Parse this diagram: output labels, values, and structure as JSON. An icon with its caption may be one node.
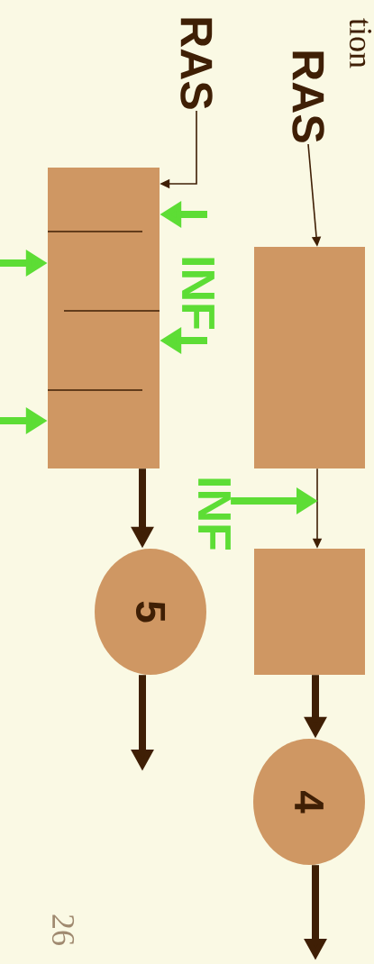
{
  "diagram": {
    "nodes": [
      {
        "text": [
          "RAS"
        ]
      },
      {
        "text": [
          "RAS"
        ]
      },
      {
        "text": [],
        "shape": "box"
      },
      {
        "text": [],
        "shape": "box"
      },
      {
        "text": [],
        "shape": "box"
      },
      {
        "text": [
          "5"
        ]
      },
      {
        "text": [
          "4"
        ]
      },
      {
        "text": [
          "INF"
        ]
      }
    ],
    "edges": [
      {
        "from": 0,
        "to": 2,
        "arrow": "to"
      },
      {
        "from": 1,
        "to": 3,
        "arrow": "to"
      },
      {
        "from": 3,
        "to": 4,
        "arrow": "to"
      },
      {
        "from": 2,
        "to": 5,
        "arrow": "to"
      },
      {
        "from": 4,
        "to": 6,
        "arrow": "to"
      },
      {
        "from": 5,
        "to": null,
        "arrow": "to"
      },
      {
        "from": 6,
        "to": null,
        "arrow": "to"
      },
      {
        "from": null,
        "to": 2,
        "arrow": "to",
        "color": "#5ddd35"
      },
      {
        "from": null,
        "to": 2,
        "arrow": "to",
        "color": "#5ddd35"
      },
      {
        "from": null,
        "to": 2,
        "arrow": "to",
        "color": "#5ddd35"
      },
      {
        "from": null,
        "to": 2,
        "arrow": "to",
        "color": "#5ddd35"
      },
      {
        "from": 7,
        "to": null,
        "arrow": "to",
        "color": "#5ddd35"
      }
    ],
    "labels": [
      "tion",
      "INF",
      "26"
    ]
  }
}
